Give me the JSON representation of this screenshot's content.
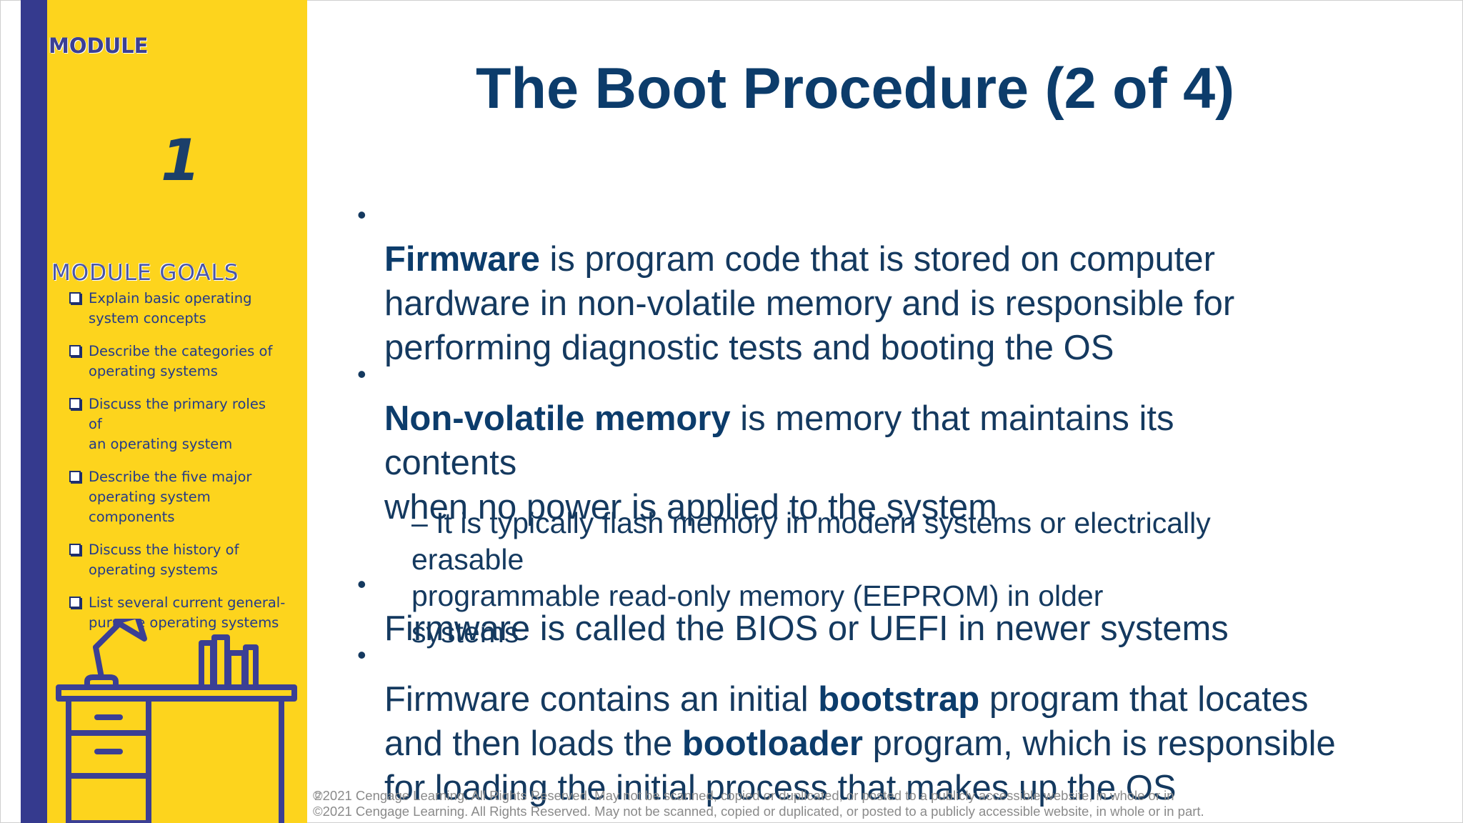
{
  "sidebar": {
    "module_label": "MODULE",
    "module_number": "1",
    "goals_title": "MODULE GOALS",
    "goals": [
      "Explain basic operating\nsystem concepts",
      "Describe the categories of\noperating systems",
      "Discuss the primary roles\nof\nan operating system",
      "Describe the five major\noperating system\ncomponents",
      "Discuss the history of\noperating systems",
      "List several current general-\npurpose operating systems"
    ]
  },
  "slide": {
    "title": "The Boot Procedure (2 of 4)",
    "bullet1": {
      "term": "Firmware",
      "rest": " is program code that is stored on computer\nhardware in non-volatile memory and is responsible for\n   performing diagnostic tests and booting the OS"
    },
    "bullet2": {
      "term": "Non-volatile memory",
      "rest": " is memory that maintains its\ncontents\nwhen no power is applied to the system"
    },
    "sub_bullet": "– It is typically flash memory in modern systems or electrically\nerasable\n   programmable read-only memory (EEPROM) in older\n   systems",
    "bullet3": "Firmware is called the BIOS or UEFI in newer systems",
    "bullet4": {
      "part1": "Firmware contains an initial ",
      "term1": "bootstrap",
      "part2": " program that locates\nand then loads the ",
      "term2": "bootloader",
      "part3": " program, which is responsible\n   for loading the initial process that makes up the OS"
    },
    "bullet_marker": "•"
  },
  "footer": {
    "line1": "©2021 Cengage Learning. All Rights Reserved. May not be scanned, copied or duplicated, or posted to a publicly accessible website, in whole or in",
    "line2": "©2021 Cengage Learning. All Rights Reserved. May not be scanned, copied or duplicated, or posted to a publicly accessible website, in whole or in part.",
    "page_number": "2",
    "part_word": "part."
  },
  "colors": {
    "sidebar_blue": "#353a8e",
    "sidebar_yellow": "#fdd41d",
    "title_navy": "#0c3c6b",
    "body_text": "#14395f"
  },
  "icons": [
    "desk-lamp-illustration",
    "checkbox-bullet-icon"
  ]
}
